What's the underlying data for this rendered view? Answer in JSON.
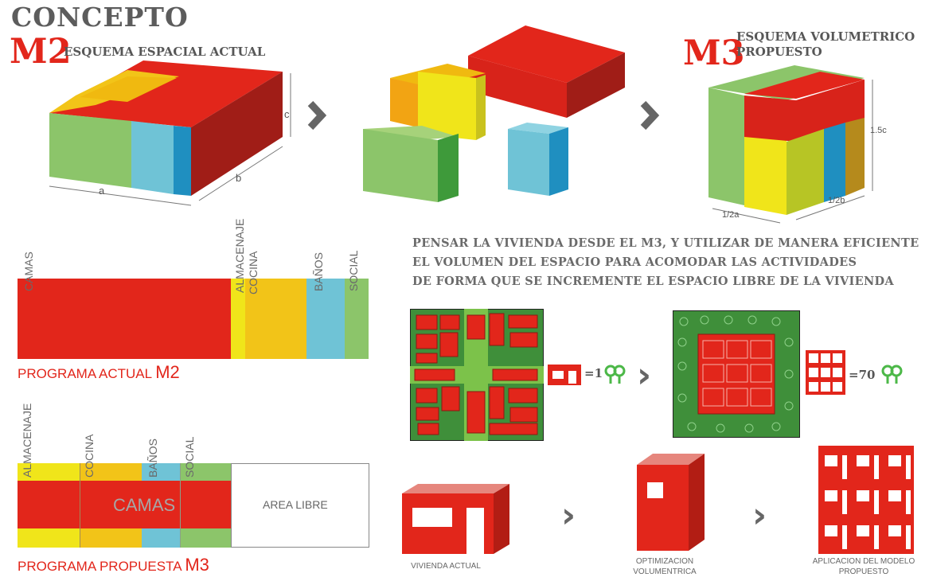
{
  "header": {
    "title": "CONCEPTO"
  },
  "m2": {
    "code": "M2",
    "subtitle": "ESQUEMA ESPACIAL ACTUAL",
    "dim_a": "a",
    "dim_b": "b",
    "dim_c": "c"
  },
  "m3": {
    "code": "M3",
    "subtitle_line1": "ESQUEMA VOLUMETRICO",
    "subtitle_line2": "PROPUESTO",
    "dim_a": "1/2a",
    "dim_b": "1/2b",
    "dim_c": "1.5c"
  },
  "description": {
    "line1": "PENSAR LA VIVIENDA DESDE EL M3, Y UTILIZAR DE MANERA EFICIENTE",
    "line2": "EL VOLUMEN DEL ESPACIO PARA ACOMODAR LAS ACTIVIDADES",
    "line3": "DE FORMA QUE SE INCREMENTE EL ESPACIO LIBRE DE LA VIVIENDA"
  },
  "program_actual": {
    "title": "PROGRAMA ACTUAL",
    "code": "M2",
    "labels": {
      "camas": "CAMAS",
      "almacenaje": "ALMACENAJE",
      "cocina": "COCINA",
      "banos": "BAÑOS",
      "social": "SOCIAL"
    }
  },
  "program_propuesta": {
    "title": "PROGRAMA PROPUESTA",
    "code": "M3",
    "labels": {
      "almacenaje": "ALMACENAJE",
      "cocina": "COCINA",
      "banos": "BAÑOS",
      "social": "SOCIAL",
      "camas": "CAMAS",
      "area_libre": "AREA LIBRE"
    }
  },
  "equations": {
    "left": "=1",
    "right": "=70"
  },
  "steps": {
    "step1": "VIVIENDA ACTUAL",
    "step2_line1": "OPTIMIZACION",
    "step2_line2": "VOLUMENTRICA",
    "step3_line1": "APLICACION DEL MODELO",
    "step3_line2": "PROPUESTO"
  },
  "colors": {
    "red": "#e2261b",
    "yellow": "#f0e51a",
    "orange_yellow": "#f2c418",
    "blue": "#6fc3d6",
    "green": "#8cc56a",
    "grass": "#3f8f3a"
  }
}
